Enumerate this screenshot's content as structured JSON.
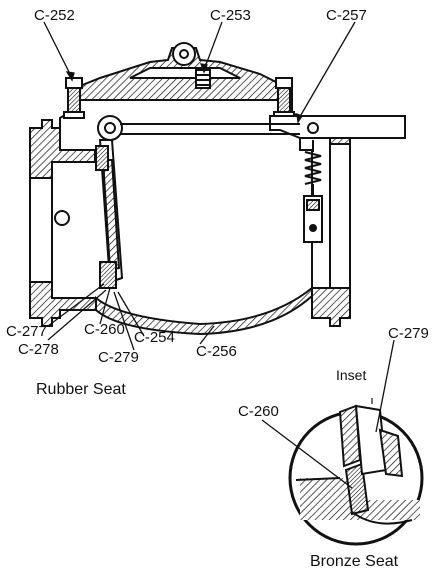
{
  "labels": {
    "c252": "C-252",
    "c253": "C-253",
    "c257": "C-257",
    "c277": "C-277",
    "c278": "C-278",
    "c260": "C-260",
    "c279": "C-279",
    "c254": "C-254",
    "c256": "C-256",
    "inset_c279": "C-279",
    "inset_c260": "C-260"
  },
  "captions": {
    "rubber_seat": "Rubber Seat",
    "inset": "Inset",
    "bronze_seat": "Bronze Seat"
  }
}
